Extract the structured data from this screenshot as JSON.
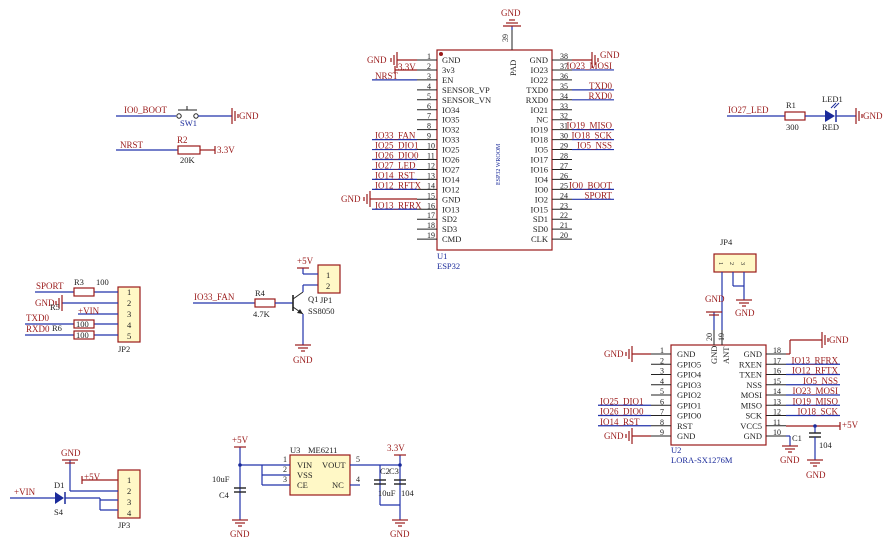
{
  "gnd": "GND",
  "v33": "3.3V",
  "v5": "+5V",
  "vin": "+VIN",
  "u1": {
    "ref": "U1",
    "value": "ESP32",
    "module": "ESP32 WROOM",
    "pad_pin": "39",
    "pad_label": "PAD",
    "left_pins": [
      {
        "n": "1",
        "name": "GND"
      },
      {
        "n": "2",
        "name": "3v3"
      },
      {
        "n": "3",
        "name": "EN"
      },
      {
        "n": "4",
        "name": "SENSOR_VP"
      },
      {
        "n": "5",
        "name": "SENSOR_VN"
      },
      {
        "n": "6",
        "name": "IO34"
      },
      {
        "n": "7",
        "name": "IO35"
      },
      {
        "n": "8",
        "name": "IO32"
      },
      {
        "n": "9",
        "name": "IO33"
      },
      {
        "n": "10",
        "name": "IO25"
      },
      {
        "n": "11",
        "name": "IO26"
      },
      {
        "n": "12",
        "name": "IO27"
      },
      {
        "n": "13",
        "name": "IO14"
      },
      {
        "n": "14",
        "name": "IO12"
      },
      {
        "n": "15",
        "name": "GND"
      },
      {
        "n": "16",
        "name": "IO13"
      },
      {
        "n": "17",
        "name": "SD2"
      },
      {
        "n": "18",
        "name": "SD3"
      },
      {
        "n": "19",
        "name": "CMD"
      }
    ],
    "right_pins": [
      {
        "n": "38",
        "name": "GND"
      },
      {
        "n": "37",
        "name": "IO23"
      },
      {
        "n": "36",
        "name": "IO22"
      },
      {
        "n": "35",
        "name": "TXD0"
      },
      {
        "n": "34",
        "name": "RXD0"
      },
      {
        "n": "33",
        "name": "IO21"
      },
      {
        "n": "32",
        "name": "NC"
      },
      {
        "n": "31",
        "name": "IO19"
      },
      {
        "n": "30",
        "name": "IO18"
      },
      {
        "n": "29",
        "name": "IO5"
      },
      {
        "n": "28",
        "name": "IO17"
      },
      {
        "n": "27",
        "name": "IO16"
      },
      {
        "n": "26",
        "name": "IO4"
      },
      {
        "n": "25",
        "name": "IO0"
      },
      {
        "n": "24",
        "name": "IO2"
      },
      {
        "n": "23",
        "name": "IO15"
      },
      {
        "n": "22",
        "name": "SD1"
      },
      {
        "n": "21",
        "name": "SD0"
      },
      {
        "n": "20",
        "name": "CLK"
      }
    ],
    "left_nets": {
      "3": "NRST",
      "9": "IO33_FAN",
      "10": "IO25_DIO1",
      "11": "IO26_DIO0",
      "12": "IO27_LED",
      "13": "IO14_RST",
      "14": "IO12_RFTX",
      "16": "IO13_RFRX"
    },
    "right_nets": {
      "37": "IO23_MOSI",
      "35": "TXD0",
      "34": "RXD0",
      "31": "IO19_MISO",
      "30": "IO18_SCK",
      "29": "IO5_NSS",
      "25": "IO0_BOOT",
      "24": "SPORT"
    }
  },
  "sw1": {
    "ref": "SW1",
    "net": "IO0_BOOT"
  },
  "r2": {
    "ref": "R2",
    "value": "20K",
    "net": "NRST"
  },
  "r1": {
    "ref": "R1",
    "value": "300",
    "net": "IO27_LED"
  },
  "led1": {
    "ref": "LED1",
    "value": "RED"
  },
  "jp2": {
    "ref": "JP2",
    "pins": [
      "1",
      "2",
      "3",
      "4",
      "5"
    ],
    "nets": [
      "SPORT",
      "GND",
      "",
      "TXD0",
      "RXD0"
    ],
    "r3": "R3",
    "r3v": "100",
    "r5": "R5",
    "r6": "R6",
    "r5v": "100",
    "r6v": "100"
  },
  "q1": {
    "ref": "Q1",
    "value": "SS8050",
    "net": "IO33_FAN",
    "r4": "R4",
    "r4v": "4.7K"
  },
  "jp1": {
    "ref": "JP1",
    "pins": [
      "1",
      "2"
    ]
  },
  "jp4": {
    "ref": "JP4",
    "pins": [
      "1",
      "2",
      "3"
    ]
  },
  "u2": {
    "ref": "U2",
    "value": "LORA-SX1276M",
    "top_pins": [
      {
        "n": "20",
        "name": "GND"
      },
      {
        "n": "19",
        "name": "ANT"
      }
    ],
    "left_pins": [
      {
        "n": "1",
        "name": "GND"
      },
      {
        "n": "2",
        "name": "GPIO5"
      },
      {
        "n": "3",
        "name": "GPIO4"
      },
      {
        "n": "4",
        "name": "GPIO3"
      },
      {
        "n": "5",
        "name": "GPIO2"
      },
      {
        "n": "6",
        "name": "GPIO1"
      },
      {
        "n": "7",
        "name": "GPIO0"
      },
      {
        "n": "8",
        "name": "RST"
      },
      {
        "n": "9",
        "name": "GND"
      }
    ],
    "right_pins": [
      {
        "n": "18",
        "name": "GND"
      },
      {
        "n": "17",
        "name": "RXEN"
      },
      {
        "n": "16",
        "name": "TXEN"
      },
      {
        "n": "15",
        "name": "NSS"
      },
      {
        "n": "14",
        "name": "MOSI"
      },
      {
        "n": "13",
        "name": "MISO"
      },
      {
        "n": "12",
        "name": "SCK"
      },
      {
        "n": "11",
        "name": "VCC5"
      },
      {
        "n": "10",
        "name": "GND"
      }
    ],
    "left_nets": {
      "6": "IO25_DIO1",
      "7": "IO26_DIO0",
      "8": "IO14_RST"
    },
    "right_nets": {
      "17": "IO13_RFRX",
      "16": "IO12_RFTX",
      "15": "IO5_NSS",
      "14": "IO23_MOSI",
      "13": "IO19_MISO",
      "12": "IO18_SCK"
    }
  },
  "c1": {
    "ref": "C1",
    "value": "104"
  },
  "jp3": {
    "ref": "JP3",
    "pins": [
      "1",
      "2",
      "3",
      "4"
    ]
  },
  "d1": {
    "ref": "D1",
    "value": "S4"
  },
  "u3": {
    "ref": "U3",
    "value": "ME6211",
    "pins_left": [
      {
        "n": "1",
        "name": "VIN"
      },
      {
        "n": "2",
        "name": "VSS"
      },
      {
        "n": "3",
        "name": "CE"
      }
    ],
    "pins_right": [
      {
        "n": "5",
        "name": "VOUT"
      },
      {
        "n": "4",
        "name": "NC"
      }
    ]
  },
  "c4": {
    "ref": "C4",
    "value": "10uF"
  },
  "c2": {
    "ref": "C2",
    "value": "10uF"
  },
  "c3": {
    "ref": "C3",
    "value": "104"
  }
}
